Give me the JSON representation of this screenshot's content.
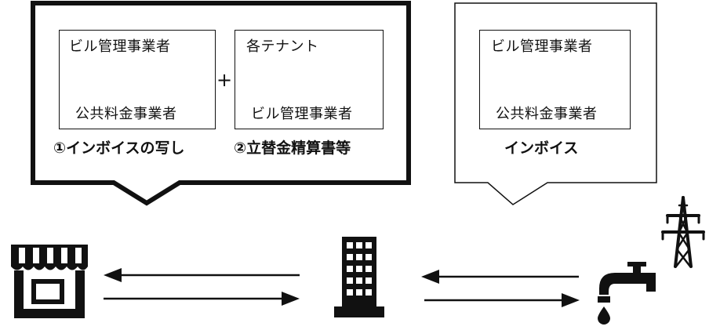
{
  "left_bubble": {
    "invoice_copy": {
      "top": "ビル管理事業者",
      "bottom": "公共料金事業者",
      "caption": "①インボイスの写し"
    },
    "plus": "+",
    "settlement_doc": {
      "top": "各テナント",
      "bottom": "ビル管理事業者",
      "caption": "②立替金精算書等"
    }
  },
  "right_bubble": {
    "invoice": {
      "top": "ビル管理事業者",
      "bottom": "公共料金事業者",
      "caption": "インボイス"
    }
  },
  "icons": [
    "store-icon",
    "office-building-icon",
    "water-faucet-icon",
    "power-tower-icon"
  ]
}
